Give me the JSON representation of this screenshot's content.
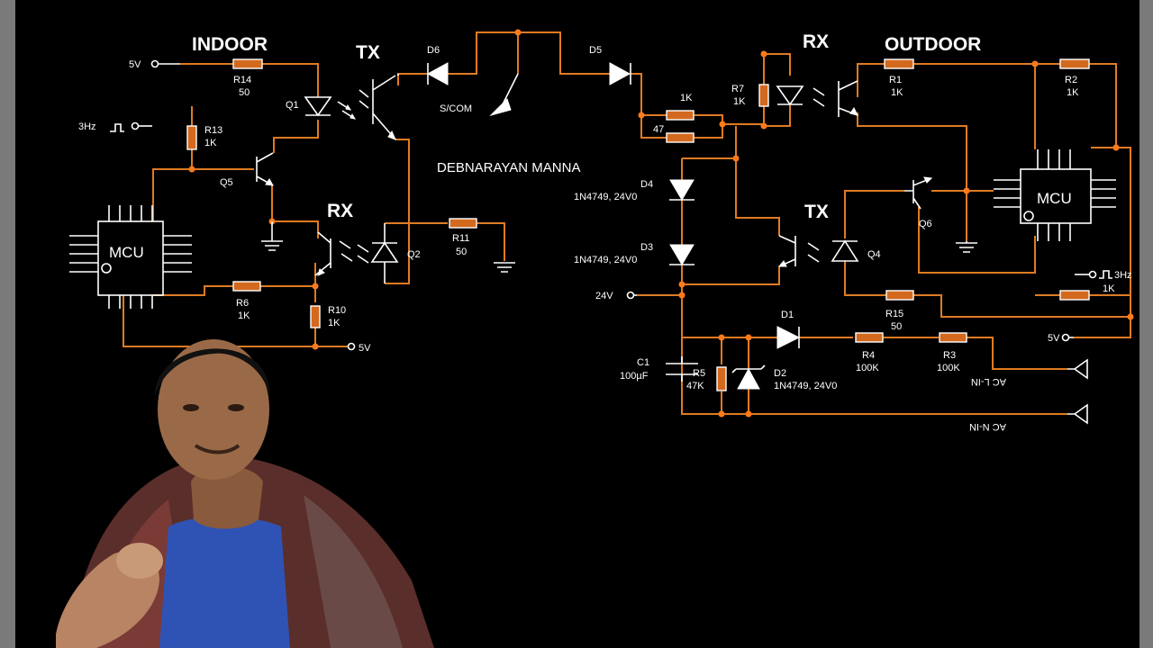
{
  "author": "DEBNARAYAN MANNA",
  "sections": {
    "indoor": "INDOOR",
    "outdoor": "OUTDOOR"
  },
  "optos": {
    "tx": "TX",
    "rx": "RX"
  },
  "mcu_label": "MCU",
  "labels": {
    "v5": "5V",
    "v24": "24V",
    "hz3": "3Hz",
    "scom": "S/COM",
    "acl": "AC L-IN",
    "acn": "AC N-IN"
  },
  "components": {
    "R14": "R14",
    "R14v": "50",
    "R13": "R13",
    "R13v": "1K",
    "R6": "R6",
    "R6v": "1K",
    "R10": "R10",
    "R10v": "1K",
    "R11": "R11",
    "R11v": "50",
    "R7": "R7",
    "R7v": "1K",
    "R1": "R1",
    "R1v": "1K",
    "R2": "R2",
    "R2v": "1K",
    "R15": "R15",
    "R15v": "50",
    "R4": "R4",
    "R4v": "100K",
    "R3": "R3",
    "R3v": "100K",
    "R5": "R5",
    "R5v": "47K",
    "Rser1k": "1K",
    "Rser47": "47",
    "R3hz_v": "1K",
    "Q1": "Q1",
    "Q2": "Q2",
    "Q4": "Q4",
    "Q5": "Q5",
    "Q6": "Q6",
    "D1": "D1",
    "D2": "D2",
    "D2v": "1N4749, 24V0",
    "D3": "D3",
    "D3v": "1N4749, 24V0",
    "D4": "D4",
    "D4v": "1N4749, 24V0",
    "D5": "D5",
    "D6": "D6",
    "C1": "C1",
    "C1v": "100µF"
  }
}
